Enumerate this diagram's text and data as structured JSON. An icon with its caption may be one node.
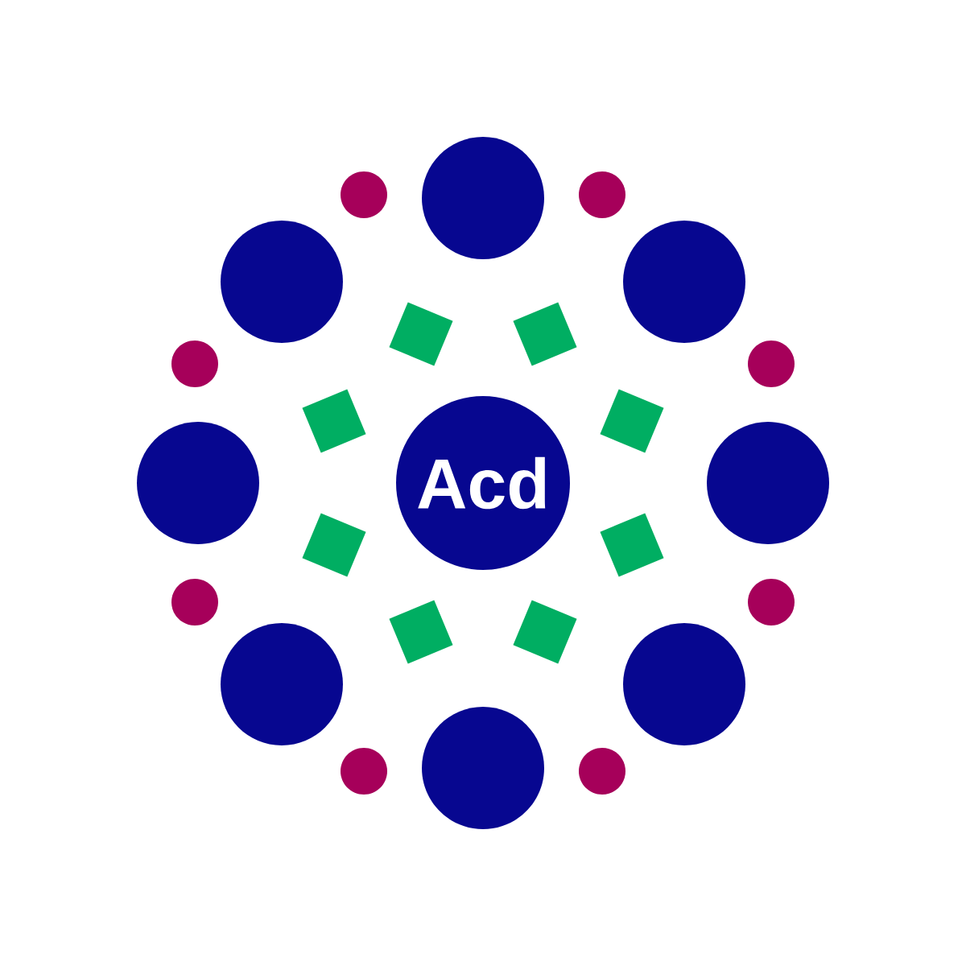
{
  "diagram": {
    "nodes": [
      {
        "text": [
          "Acd"
        ]
      },
      {
        "text": [],
        "shape": "circle"
      },
      {
        "text": [],
        "shape": "circle"
      },
      {
        "text": [],
        "shape": "circle"
      },
      {
        "text": [],
        "shape": "circle"
      },
      {
        "text": [],
        "shape": "circle"
      },
      {
        "text": [],
        "shape": "circle"
      },
      {
        "text": [],
        "shape": "circle"
      },
      {
        "text": [],
        "shape": "circle"
      },
      {
        "text": [],
        "shape": "circle"
      },
      {
        "text": [],
        "shape": "circle"
      },
      {
        "text": [],
        "shape": "circle"
      },
      {
        "text": [],
        "shape": "circle"
      },
      {
        "text": [],
        "shape": "circle"
      },
      {
        "text": [],
        "shape": "circle"
      },
      {
        "text": [],
        "shape": "circle"
      },
      {
        "text": [],
        "shape": "circle"
      },
      {
        "text": [],
        "shape": "box"
      },
      {
        "text": [],
        "shape": "box"
      },
      {
        "text": [],
        "shape": "box"
      },
      {
        "text": [],
        "shape": "box"
      },
      {
        "text": [],
        "shape": "box"
      },
      {
        "text": [],
        "shape": "box"
      },
      {
        "text": [],
        "shape": "box"
      },
      {
        "text": [],
        "shape": "box"
      }
    ]
  }
}
